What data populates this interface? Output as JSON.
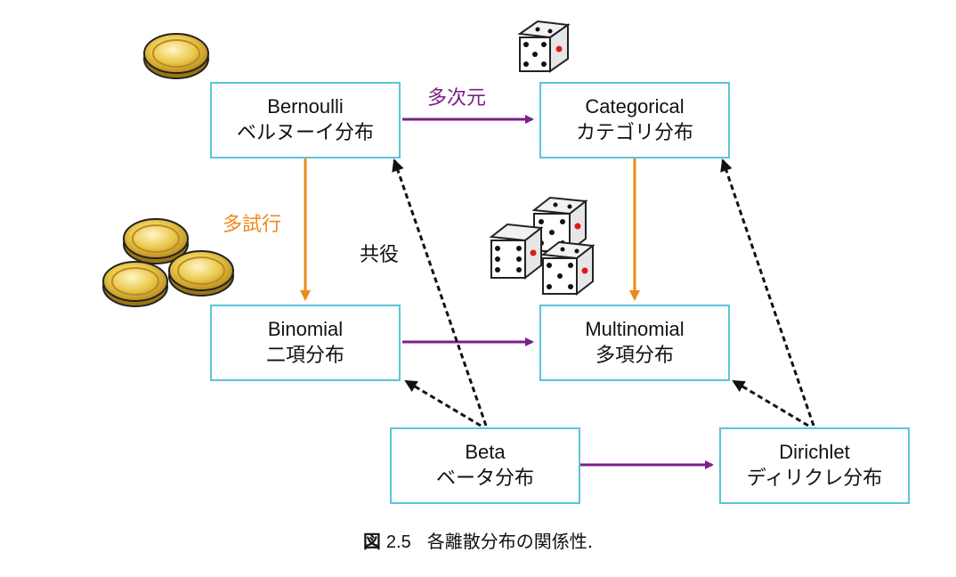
{
  "nodes": {
    "bernoulli": {
      "en": "Bernoulli",
      "ja": "ベルヌーイ分布"
    },
    "categorical": {
      "en": "Categorical",
      "ja": "カテゴリ分布"
    },
    "binomial": {
      "en": "Binomial",
      "ja": "二項分布"
    },
    "multinomial": {
      "en": "Multinomial",
      "ja": "多項分布"
    },
    "beta": {
      "en": "Beta",
      "ja": "ベータ分布"
    },
    "dirichlet": {
      "en": "Dirichlet",
      "ja": "ディリクレ分布"
    }
  },
  "edge_labels": {
    "multi_dim": "多次元",
    "multi_trial": "多試行",
    "conjugate": "共役"
  },
  "caption": {
    "fig": "図",
    "num": "2.5",
    "text": "各離散分布の関係性."
  },
  "colors": {
    "box_border": "#5bc4dc",
    "purple_arrow": "#7a1f86",
    "orange_arrow": "#ee8a1a",
    "dashed_arrow": "#111111",
    "die_pip_red": "#e01818",
    "coin_gold": "#e8c34a"
  }
}
